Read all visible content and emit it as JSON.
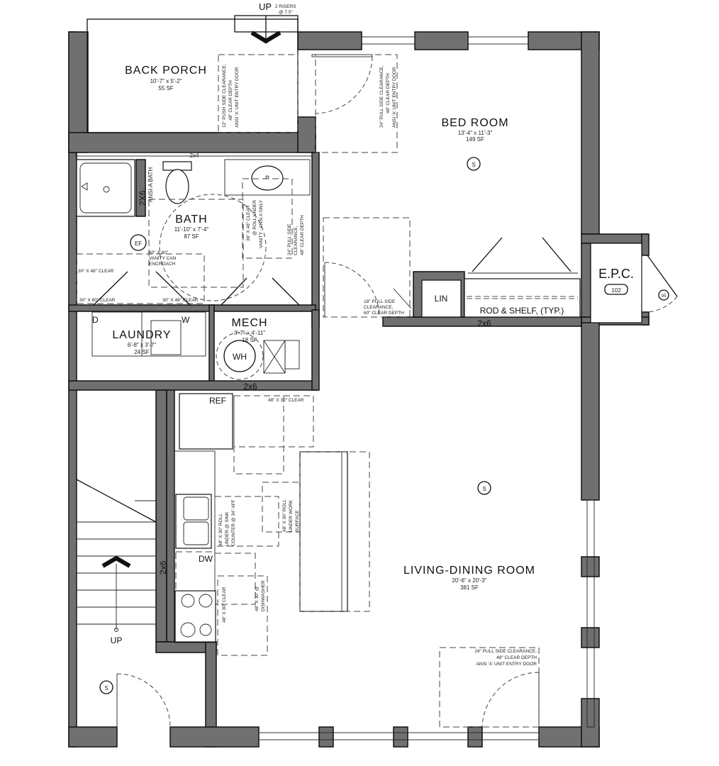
{
  "plan": {
    "porch_stair": {
      "up": "UP",
      "risers": "2 RISERS",
      "riser_height": "@ 7.5\""
    },
    "back_porch": {
      "name": "BACK PORCH",
      "dims": "10'-7\" x 5'-2\"",
      "area": "55 SF"
    },
    "porch_door_clearance": [
      "12\" PUSH SIDE CLEARANCE,",
      "48\" CLEAR DEPTH",
      "ANSI 'A' UNIT ENTRY DOOR"
    ],
    "bedroom_door_clearance": [
      "24\" PULL SIDE CLEARANCE,",
      "48\" CLEAR DEPTH",
      "ANSI 'A' UNIT ENTRY DOOR"
    ],
    "bedroom": {
      "name": "BED ROOM",
      "dims": "13'-4\" x 11'-3\"",
      "area": "149 SF",
      "smoke": "S"
    },
    "bath": {
      "name": "BATH",
      "dims": "11'-10\" x 7'-4\"",
      "area": "87 SF",
      "exhaust_fan": "EF",
      "wall_top": "2x4",
      "wall_tub": "2X6",
      "tub_label": "ANSI-A BATH",
      "vanity_note": [
        "60\" X 60\"",
        "VANITY CAN",
        "ENCROACH"
      ],
      "clear_left": "30\" X 48\" CLEAR",
      "clear_bottom_left": "30\" X 60\" CLEAR",
      "clear_bottom_right": "30\" X 48\" CLEAR",
      "vanity_clear": [
        "36\" X 48\" CLEAR",
        "@ ROLL UNDER",
        "VANITY - ANSI A ONLY"
      ],
      "door_clear": [
        "24\" PULL SIDE",
        "CLEARANCE,",
        "48\" CLEAR DEPTH"
      ]
    },
    "laundry": {
      "name": "LAUNDRY",
      "dims": "6'-8\" x 3'-7\"",
      "area": "24 SF",
      "dryer": "D",
      "washer": "W"
    },
    "mech": {
      "name": "MECH",
      "dims": "3'-7\" x 4'-11\"",
      "area": "18 SF",
      "water_heater": "WH",
      "wall": "2x6"
    },
    "closets": {
      "linen": "LIN",
      "rod_shelf": "ROD & SHELF, (TYP.)",
      "wall": "2x6",
      "door_clear": [
        "18\" PULL SIDE",
        "CLEARANCE,",
        "60\" CLEAR DEPTH"
      ]
    },
    "epc": {
      "name": "E.P.C.",
      "room_no": "102",
      "door_no": "05"
    },
    "kitchen": {
      "ref": "REF",
      "ref_clear": "48\" X 30\" CLEAR",
      "sink_clear": [
        "48\" X 30\" ROLL",
        "UNDER @ SINK",
        "COUNTER @ 34\" AFF"
      ],
      "work_clear": [
        "48\" X 30\" ROLL",
        "UNDER WORK",
        "SURFACE"
      ],
      "dw": "DW",
      "range_clear": "48\" X 30\" CLEAR",
      "dw_clear": [
        "48\" X 30\" @",
        "DISHWASHER"
      ],
      "wall": "2x6"
    },
    "living": {
      "name": "LIVING-DINING ROOM",
      "dims": "20'-6\" x 20'-3\"",
      "area": "381 SF",
      "smoke": "S",
      "door_clear": [
        "24\" PULL SIDE CLEARANCE.",
        "48\" CLEAR DEPTH",
        "ANSI 'A' UNIT ENTRY DOOR"
      ]
    },
    "stair": {
      "up": "UP",
      "smoke": "S"
    }
  }
}
